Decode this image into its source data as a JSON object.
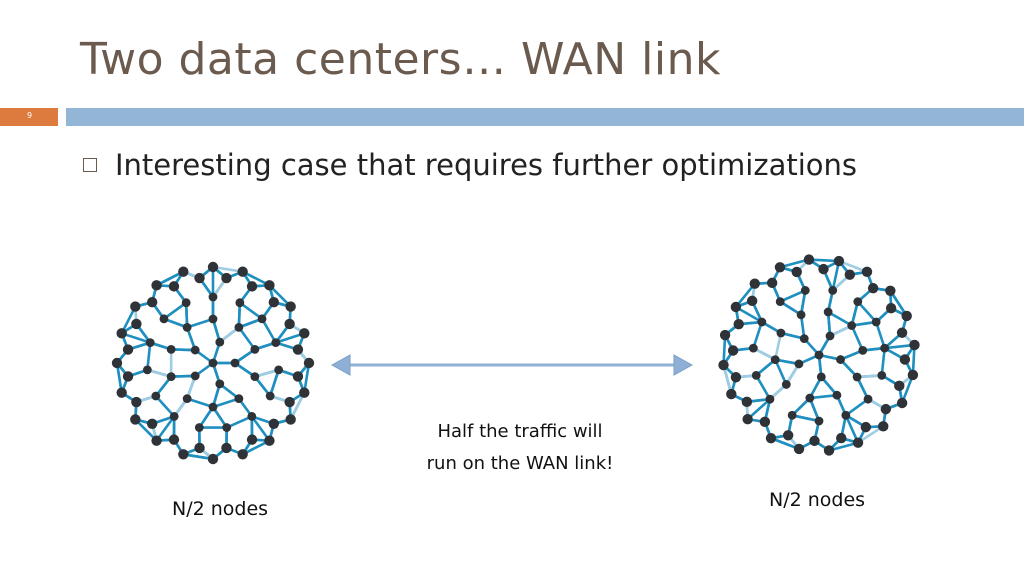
{
  "slide": {
    "title": "Two data centers… WAN link",
    "number": "9",
    "bullet": "Interesting case that requires further optimizations",
    "caption_line1": "Half the traffic will",
    "caption_line2": "run on the WAN link!",
    "left_label": "N/2 nodes",
    "right_label": "N/2 nodes"
  },
  "colors": {
    "title": "#6b5a4e",
    "accent_orange": "#dd7a3e",
    "band_blue": "#93b5d6",
    "bond_blue": "#1f8fc0",
    "atom_dark": "#2f3236",
    "arrow_blue": "#8fb0d4"
  }
}
